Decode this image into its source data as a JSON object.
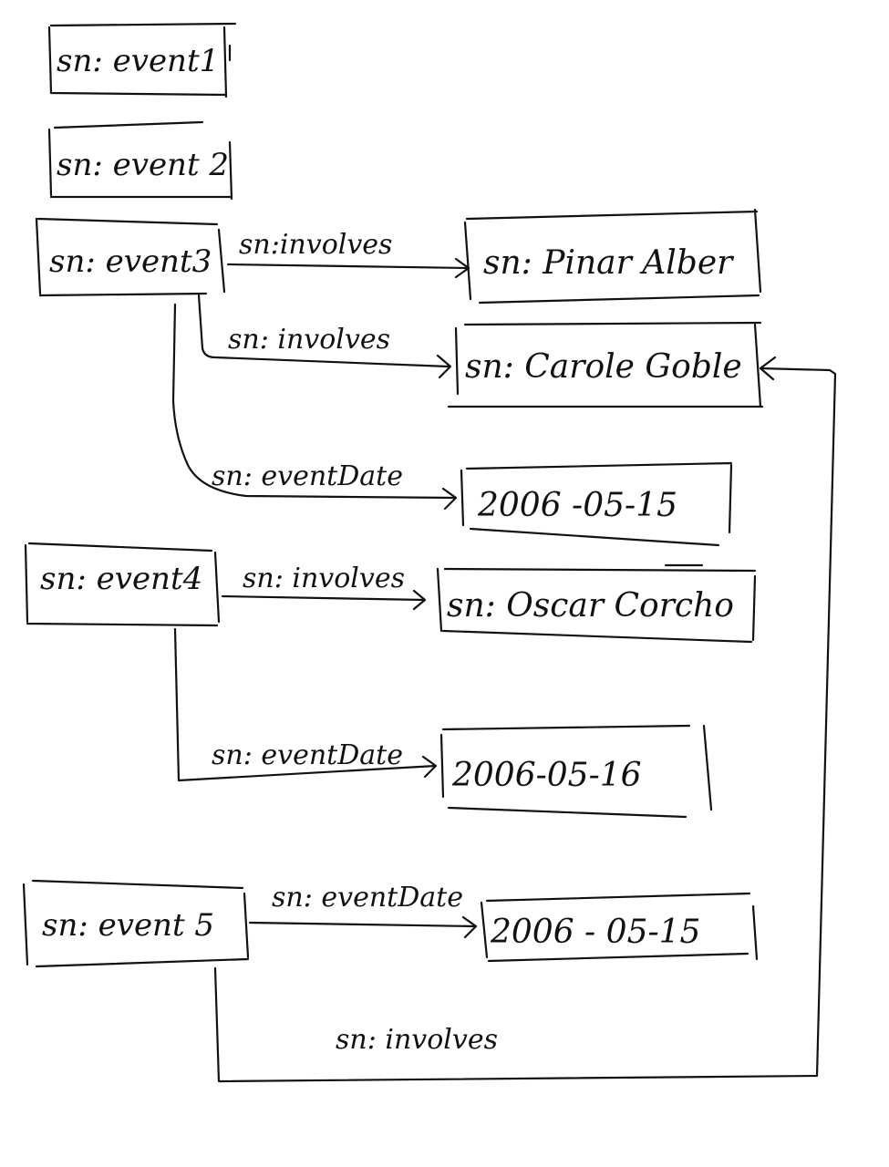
{
  "nodes": {
    "event1": "sn: event1",
    "event2": "sn: event 2",
    "event3": "sn: event3",
    "event4": "sn: event4",
    "event5": "sn: event 5",
    "pinar": "sn: Pinar Alber",
    "carole": "sn: Carole Goble",
    "oscar": "sn: Oscar Corcho",
    "date3": "2006 -05-15",
    "date4": "2006-05-16",
    "date5": "2006 - 05-15"
  },
  "edges": {
    "e3_pinar": "sn:involves",
    "e3_carole": "sn: involves",
    "e3_date": "sn: eventDate",
    "e4_oscar": "sn: involves",
    "e4_date": "sn: eventDate",
    "e5_date": "sn: eventDate",
    "e5_carole": "sn: involves"
  }
}
